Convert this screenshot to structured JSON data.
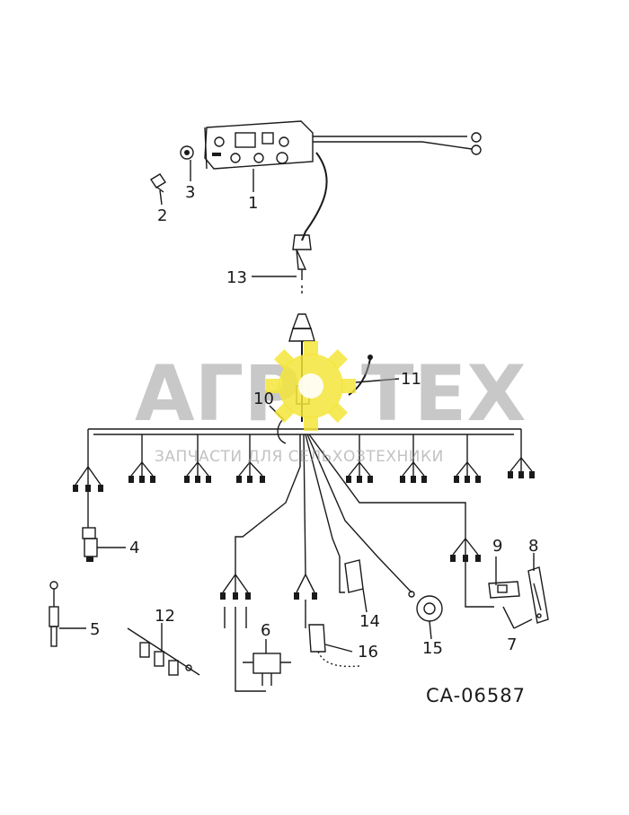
{
  "callouts": {
    "c1": "1",
    "c2": "2",
    "c3": "3",
    "c4": "4",
    "c5": "5",
    "c6": "6",
    "c7": "7",
    "c8": "8",
    "c9": "9",
    "c10": "10",
    "c11": "11",
    "c12": "12",
    "c13": "13",
    "c14": "14",
    "c15": "15",
    "c16": "16"
  },
  "drawing_code": "CA-06587",
  "watermark": {
    "left": "АГР",
    "right": "ТЕХ",
    "subtitle": "ЗАПЧАСТИ ДЛЯ СЕЛЬХОЗТЕХНИКИ",
    "gear_color": "#f5e53a"
  }
}
